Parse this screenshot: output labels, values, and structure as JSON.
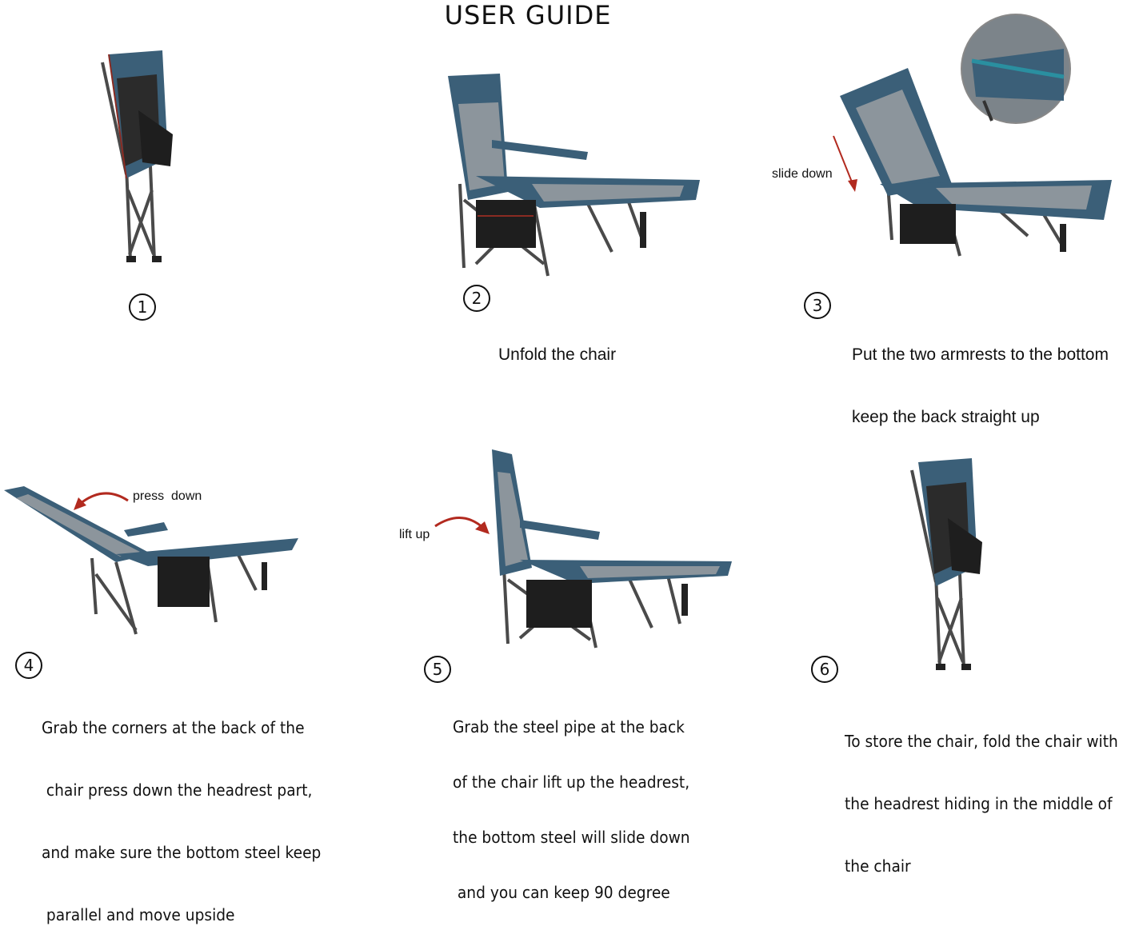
{
  "title": "USER GUIDE",
  "colors": {
    "fabric": "#3b5f78",
    "mesh": "#8c959c",
    "frame": "#4a4a4a",
    "trim": "#8a2b22",
    "bag": "#1e1e1e",
    "arrow": "#b22a1f"
  },
  "steps": [
    {
      "number": "1",
      "lines": []
    },
    {
      "number": "2",
      "lines": [
        "Unfold the chair"
      ]
    },
    {
      "number": "3",
      "lines": [
        "Put the two armrests to the bottom",
        "keep the back straight up"
      ],
      "note": "slide down"
    },
    {
      "number": "4",
      "lines": [
        "Grab the corners at the back of the",
        " chair press down the headrest part,",
        "and make sure the bottom steel keep",
        " parallel and move upside"
      ],
      "note": "press  down"
    },
    {
      "number": "5",
      "lines": [
        "Grab the steel pipe at the back",
        "of the chair lift up the headrest,",
        "the bottom steel will slide down",
        " and you can keep 90 degree"
      ],
      "note": "lift up"
    },
    {
      "number": "6",
      "lines": [
        "To store the chair, fold the chair with",
        "the headrest hiding in the middle of",
        "the chair"
      ]
    }
  ]
}
